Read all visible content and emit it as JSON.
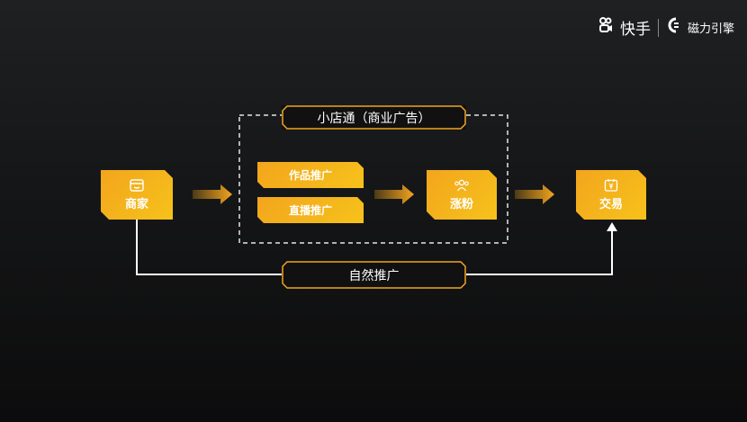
{
  "brand": {
    "kuaishou_label": "快手",
    "magnetic_label": "磁力引擎"
  },
  "diagram": {
    "merchant": "商家",
    "paid_group_title": "小店通（商业广告）",
    "work_promotion": "作品推广",
    "live_promotion": "直播推广",
    "fans_growth": "涨粉",
    "transaction": "交易",
    "natural_promotion": "自然推广"
  },
  "colors": {
    "accent": "#f3a51d",
    "accent_light": "#f6c21b",
    "background": "#151617"
  }
}
